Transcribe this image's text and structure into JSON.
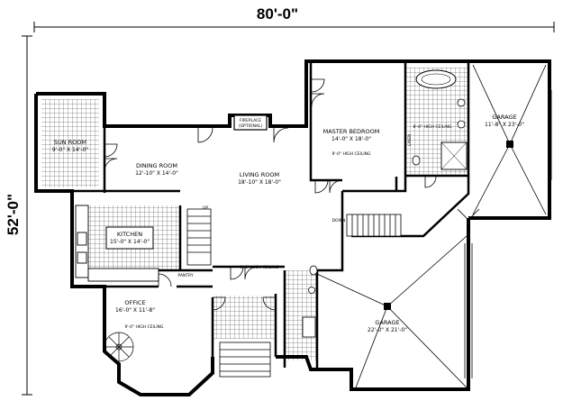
{
  "dimensions": {
    "width_label": "80'-0\"",
    "depth_label": "52'-0\""
  },
  "rooms": {
    "sun_room": {
      "name": "SUN ROOM",
      "size": "9'-0\" X 14'-0\""
    },
    "dining_room": {
      "name": "DINING ROOM",
      "size": "12'-10\" X 14'-0\""
    },
    "living_room": {
      "name": "LIVING ROOM",
      "size": "18'-10\" X 18'-0\""
    },
    "master_bedroom": {
      "name": "MASTER BEDROOM",
      "size": "14'-0\" X 18'-0\"",
      "ceiling": "9'-0\" HIGH CEILING"
    },
    "ensuite_ceiling": "8'-0\" HIGH CEILING",
    "garage_small": {
      "name": "GARAGE",
      "size": "11'-8\" X 23'-0\""
    },
    "kitchen": {
      "name": "KITCHEN",
      "size": "15'-0\" X 14'-0\""
    },
    "office": {
      "name": "OFFICE",
      "size": "16'-0\" X 11'-8\"",
      "ceiling": "9'-0\" HIGH CEILING"
    },
    "garage_large": {
      "name": "GARAGE",
      "size": "22'-0\" X 21'-0\""
    },
    "hall_ceiling": "9'-0\" HIGH CEILING"
  },
  "labels": {
    "fireplace": "FIREPLACE",
    "fireplace_note": "(OPTIONAL)",
    "pantry": "PANTRY",
    "linen": "LINEN",
    "down": "DOWN",
    "up": "UP"
  }
}
